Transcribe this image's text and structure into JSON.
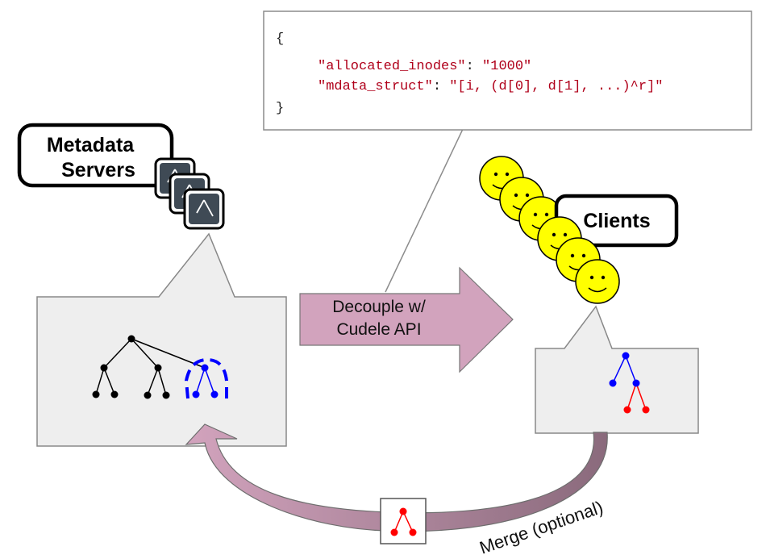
{
  "json_box": {
    "open_brace": "{",
    "close_brace": "}",
    "line1_key": "\"allocated_inodes\"",
    "line1_value": "\"1000\"",
    "line2_key": "\"mdata_struct\"",
    "line2_value": "\"[i, (d[0], d[1], ...)^r]\"",
    "separator": ": "
  },
  "labels": {
    "metadata_servers_line1": "Metadata",
    "metadata_servers_line2": "Servers",
    "clients": "Clients",
    "decouple_line1": "Decouple w/",
    "decouple_line2": "Cudele API",
    "merge": "Merge (optional)"
  },
  "colors": {
    "json_key": "#b0001a",
    "json_punct": "#222222",
    "arrow_fill": "#d2a3bd",
    "panel_fill": "#eeeeee",
    "panel_stroke": "#888888",
    "server_fill": "#3f4a55",
    "smiley_fill": "#ffff00",
    "tree_black": "#000000",
    "tree_blue": "#0000ff",
    "tree_red": "#ff0000"
  },
  "icons": [
    "server-icon",
    "smiley-icon",
    "tree-icon"
  ]
}
